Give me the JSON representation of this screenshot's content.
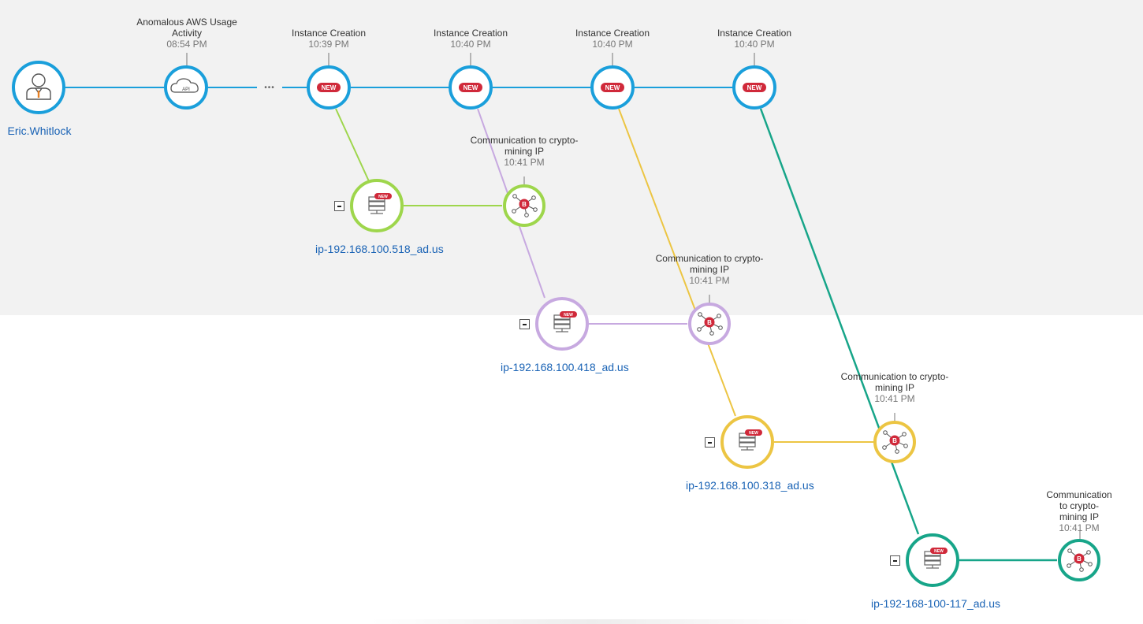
{
  "user": {
    "name": "Eric.Whitlock",
    "icon": "user-icon",
    "color": "#1a9fdb"
  },
  "events": {
    "aws": {
      "title_line1": "Anomalous AWS Usage",
      "title_line2": "Activity",
      "time": "08:54 PM",
      "icon": "cloud-api-icon",
      "icon_text": "API"
    },
    "ellipsis": "•••",
    "instances": [
      {
        "title": "Instance Creation",
        "time": "10:39 PM",
        "badge": "NEW"
      },
      {
        "title": "Instance Creation",
        "time": "10:40 PM",
        "badge": "NEW"
      },
      {
        "title": "Instance Creation",
        "time": "10:40 PM",
        "badge": "NEW"
      },
      {
        "title": "Instance Creation",
        "time": "10:40 PM",
        "badge": "NEW"
      }
    ]
  },
  "hosts": [
    {
      "label": "ip-192.168.100.518_ad.us",
      "color": "#9ed64c",
      "badge": "NEW",
      "icon": "server-icon"
    },
    {
      "label": "ip-192.168.100.418_ad.us",
      "color": "#c7a9e0",
      "badge": "NEW",
      "icon": "server-icon"
    },
    {
      "label": "ip-192.168.100.318_ad.us",
      "color": "#ecc543",
      "badge": "NEW",
      "icon": "server-icon"
    },
    {
      "label": "ip-192-168-100-117_ad.us",
      "color": "#17a589",
      "badge": "NEW",
      "icon": "server-icon"
    }
  ],
  "crypto_events": [
    {
      "title_line1": "Communication to crypto-",
      "title_line2": "mining IP",
      "time": "10:41 PM",
      "icon": "bitcoin-network-icon",
      "icon_text": "B"
    },
    {
      "title_line1": "Communication to crypto-",
      "title_line2": "mining IP",
      "time": "10:41 PM",
      "icon": "bitcoin-network-icon",
      "icon_text": "B"
    },
    {
      "title_line1": "Communication to crypto-",
      "title_line2": "mining IP",
      "time": "10:41 PM",
      "icon": "bitcoin-network-icon",
      "icon_text": "B"
    },
    {
      "title_line1": "Communication to crypto-",
      "title_line2": "mining IP",
      "time": "10:41 PM",
      "icon": "bitcoin-network-icon",
      "icon_text": "B"
    }
  ],
  "colors": {
    "timeline": "#1a9fdb",
    "badge": "#d0293a",
    "link": "#1a63b5"
  }
}
